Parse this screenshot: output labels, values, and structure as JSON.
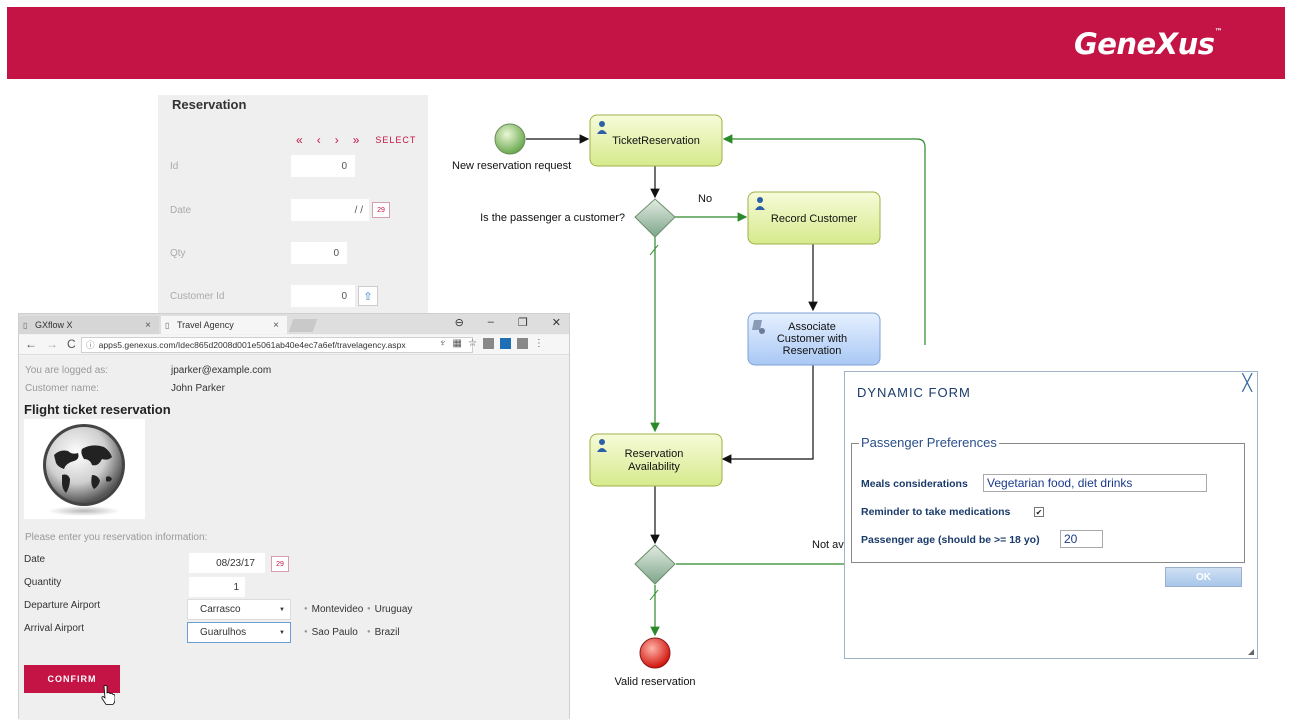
{
  "brand": {
    "logo_text": "GeneXus",
    "trademark": "™",
    "color": "#c31445"
  },
  "reservation_panel": {
    "title": "Reservation",
    "nav": {
      "first": "«",
      "prev": "‹",
      "next": "›",
      "last": "»",
      "select": "SELECT"
    },
    "fields": [
      {
        "label": "Id",
        "value": "0"
      },
      {
        "label": "Date",
        "value": "/ /",
        "icon": "29"
      },
      {
        "label": "Qty",
        "value": "0"
      },
      {
        "label": "Customer Id",
        "value": "0"
      }
    ]
  },
  "browser": {
    "tabs": [
      {
        "label": "GXflow X",
        "close": "×"
      },
      {
        "label": "Travel Agency",
        "close": "×"
      }
    ],
    "window_controls": {
      "account": "⊖",
      "minimize": "–",
      "restore": "❐",
      "close": "✕"
    },
    "nav": {
      "back": "←",
      "forward": "→",
      "reload": "C"
    },
    "url": "apps5.genexus.com/Idec865d2008d001e5061ab40e4ec7a6ef/travelagency.aspx",
    "page": {
      "logged_as_label": "You are logged as:",
      "logged_as_value": "jparker@example.com",
      "customer_name_label": "Customer name:",
      "customer_name_value": "John Parker",
      "title": "Flight ticket reservation",
      "instructions": "Please enter you reservation information:",
      "date_label": "Date",
      "date_value": "08/23/17",
      "date_icon": "29",
      "quantity_label": "Quantity",
      "quantity_value": "1",
      "departure_label": "Departure Airport",
      "departure_value": "Carrasco",
      "departure_city": "Montevideo",
      "departure_country": "Uruguay",
      "arrival_label": "Arrival Airport",
      "arrival_value": "Guarulhos",
      "arrival_city": "Sao Paulo",
      "arrival_country": "Brazil",
      "confirm_label": "CONFIRM"
    }
  },
  "workflow": {
    "start_label": "New reservation request",
    "task_ticket": "TicketReservation",
    "gateway_question": "Is the passenger a customer?",
    "no_label": "No",
    "task_record": "Record Customer",
    "task_associate": [
      "Associate",
      "Customer with",
      "Reservation"
    ],
    "task_availability": [
      "Reservation",
      "Availability"
    ],
    "not_available_label": "Not av",
    "end_label": "Valid reservation"
  },
  "dialog": {
    "title": "DYNAMIC FORM",
    "close": "╳",
    "legend": "Passenger Preferences",
    "meals_label": "Meals considerations",
    "meals_value": "Vegetarian food, diet drinks",
    "reminder_label": "Reminder to take medications",
    "reminder_checked": "✔",
    "age_label": "Passenger age (should be >= 18 yo)",
    "age_value": "20",
    "ok_label": "OK"
  }
}
